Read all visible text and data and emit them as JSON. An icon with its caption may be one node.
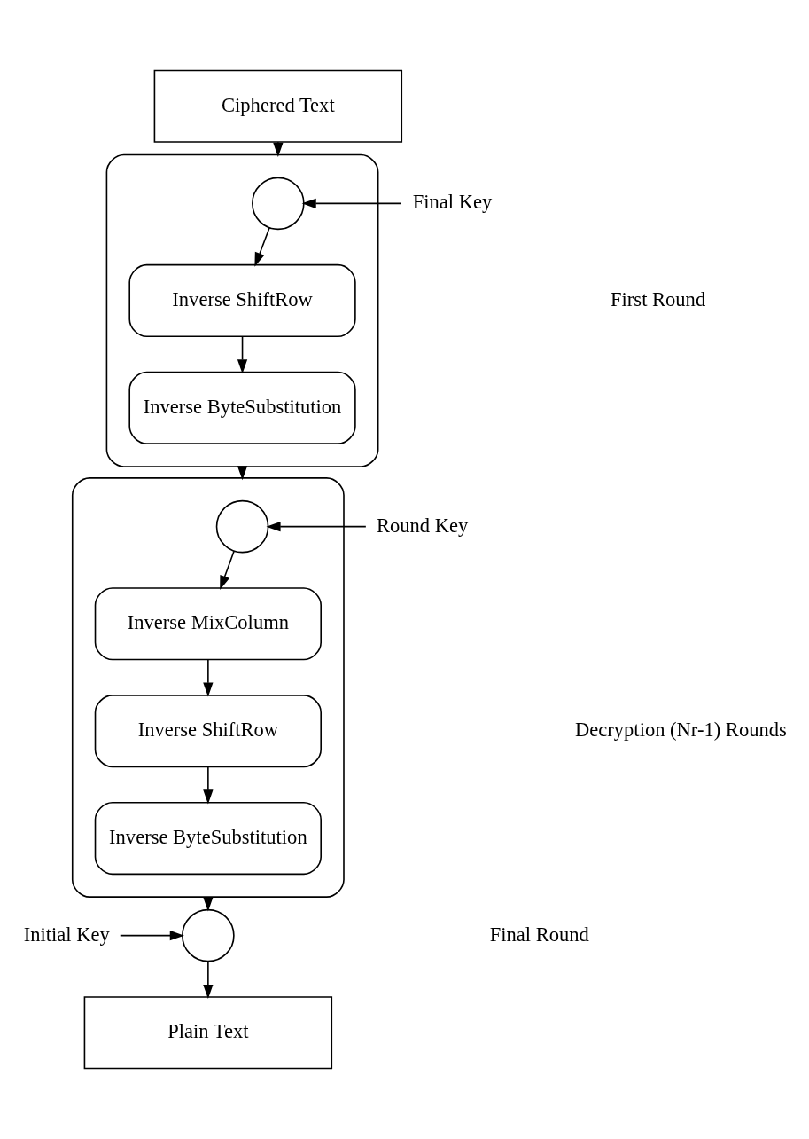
{
  "diagram": {
    "nodes": [
      {
        "text": [
          "Ciphered Text"
        ]
      },
      {
        "text": [
          "Final Key"
        ]
      },
      {
        "text": [],
        "shape": "box"
      },
      {
        "text": [],
        "shape": "circle",
        "in": 2
      },
      {
        "text": [
          "Inverse ShiftRow"
        ],
        "in": 2
      },
      {
        "text": [
          "Inverse ByteSubstitution"
        ],
        "in": 2
      },
      {
        "text": [
          "Round Key"
        ]
      },
      {
        "text": [],
        "shape": "box"
      },
      {
        "text": [],
        "shape": "circle",
        "in": 7
      },
      {
        "text": [
          "Inverse MixColumn"
        ],
        "in": 7
      },
      {
        "text": [
          "Inverse ShiftRow"
        ],
        "in": 7
      },
      {
        "text": [
          "Inverse ByteSubstitution"
        ],
        "in": 7
      },
      {
        "text": [
          "Initial Key"
        ]
      },
      {
        "text": [],
        "shape": "circle"
      },
      {
        "text": [
          "Plain Text"
        ]
      }
    ],
    "edges": [
      {
        "from": 0,
        "to": 2,
        "arrow": "to"
      },
      {
        "from": 1,
        "to": 3,
        "arrow": "to"
      },
      {
        "from": 3,
        "to": 4,
        "arrow": "to"
      },
      {
        "from": 4,
        "to": 5,
        "arrow": "to"
      },
      {
        "from": 2,
        "to": 7,
        "arrow": "to"
      },
      {
        "from": 6,
        "to": 8,
        "arrow": "to"
      },
      {
        "from": 8,
        "to": 9,
        "arrow": "to"
      },
      {
        "from": 9,
        "to": 10,
        "arrow": "to"
      },
      {
        "from": 10,
        "to": 11,
        "arrow": "to"
      },
      {
        "from": 7,
        "to": 13,
        "arrow": "to"
      },
      {
        "from": 12,
        "to": 13,
        "arrow": "to"
      },
      {
        "from": 13,
        "to": 14,
        "arrow": "to"
      }
    ],
    "labels": [
      "First Round",
      "Decryption (Nr-1) Rounds",
      "Final Round"
    ]
  }
}
